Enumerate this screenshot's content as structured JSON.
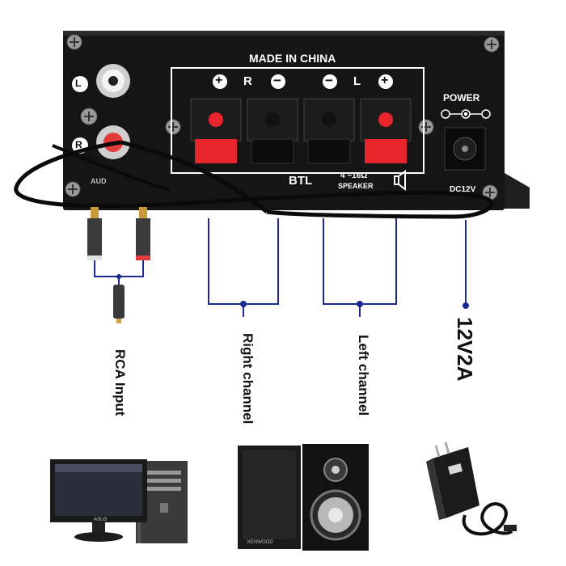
{
  "amplifier": {
    "made_in": "MADE IN CHINA",
    "right_label": "R",
    "left_label": "L",
    "plus": "+",
    "minus": "−",
    "btl": "BTL",
    "impedance": "4 ~16Ω",
    "speaker": "SPEAKER",
    "power": "POWER",
    "dc_rating": "DC12V",
    "rca_left": "L",
    "rca_right": "R",
    "brand_fragment": "AUD"
  },
  "labels": {
    "rca_input": "RCA Input",
    "right_channel": "Right channel",
    "left_channel": "Left channel",
    "power_spec": "12V2A"
  },
  "colors": {
    "chassis": "#141414",
    "leader_line": "#1a2b8f",
    "terminal_red": "#e8252b",
    "cable": "#0a0a0a"
  },
  "devices": {
    "monitor_brand": "ASUS",
    "speaker_brand": "KENWOOD"
  }
}
